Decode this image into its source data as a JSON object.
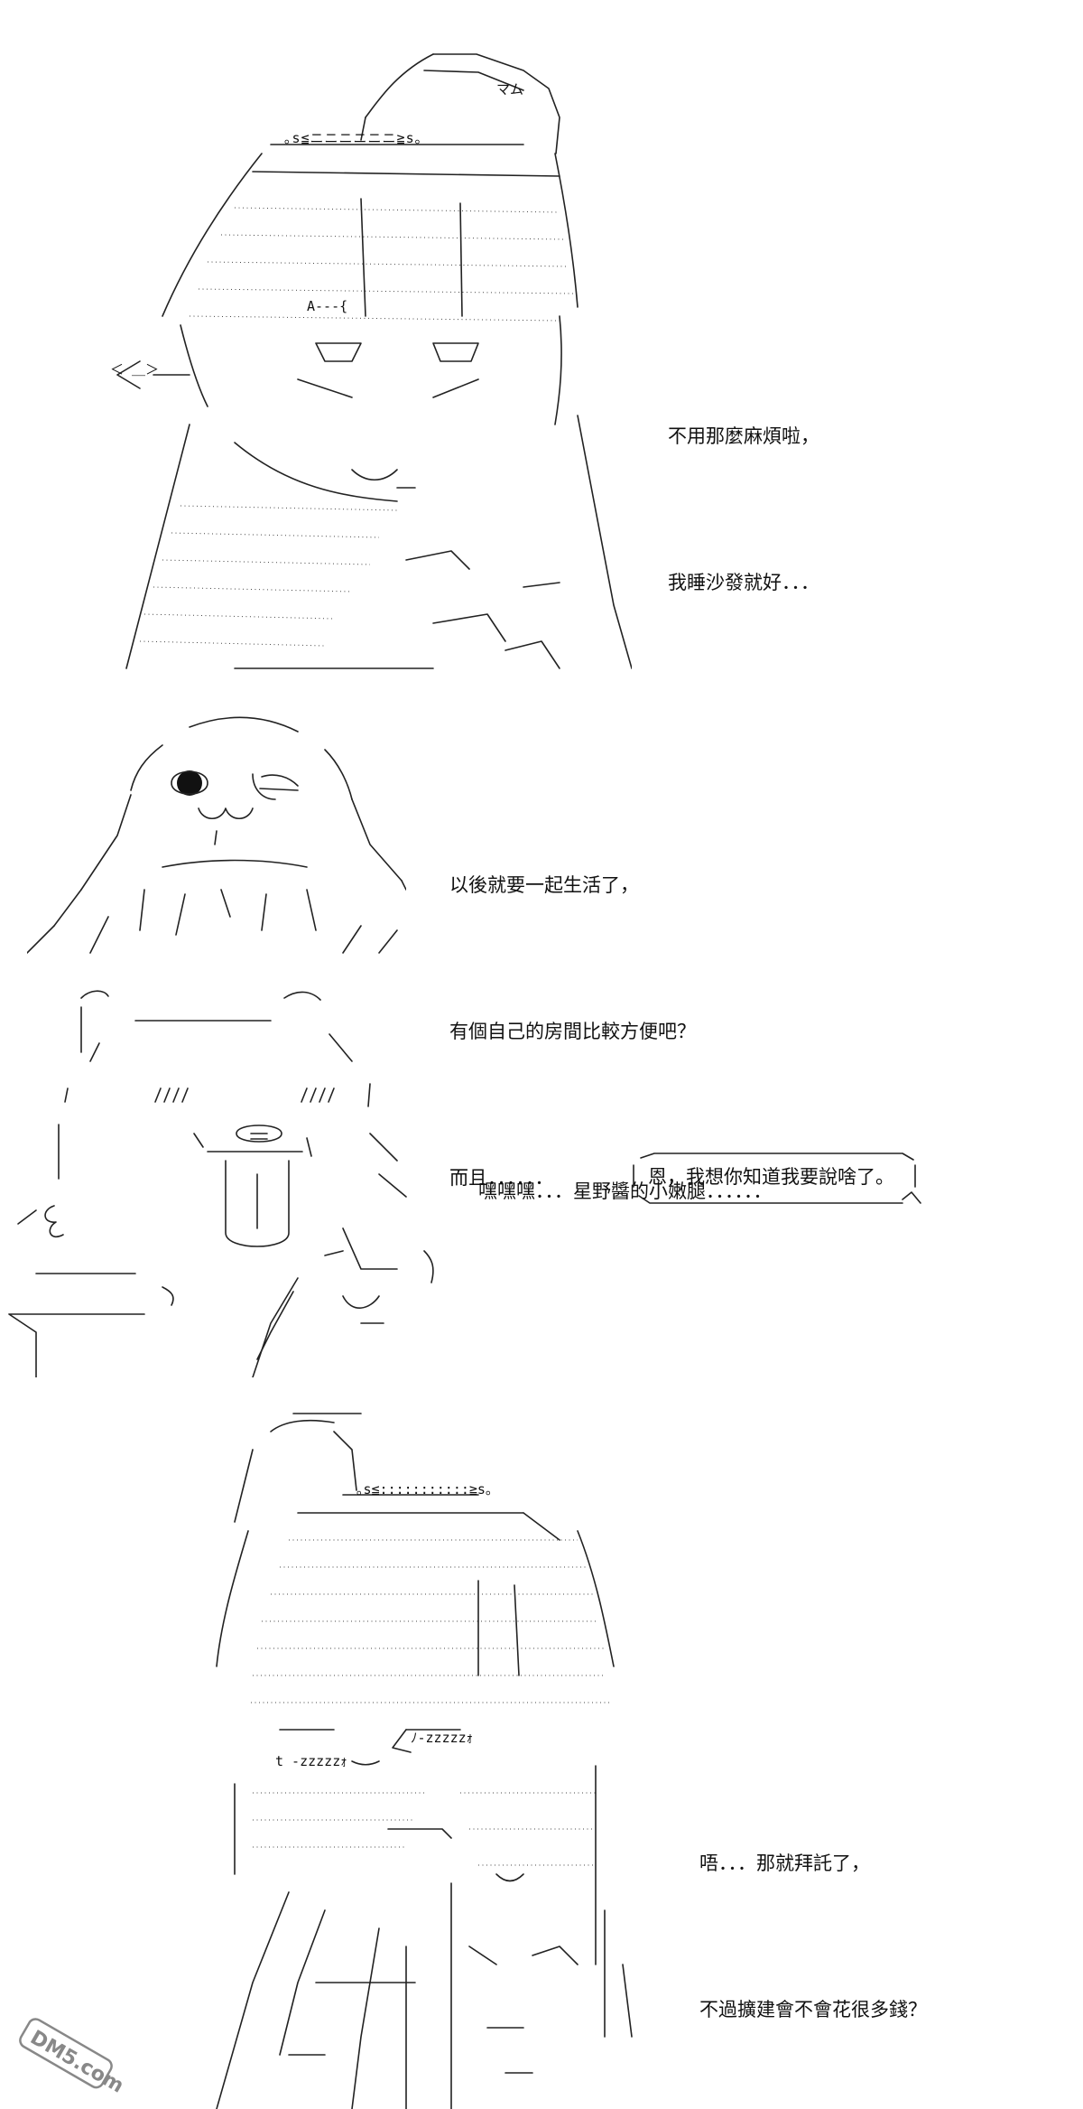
{
  "panels": [
    {
      "id": "panel-1",
      "lines": [
        "不用那麼麻煩啦，",
        "我睡沙發就好．．．"
      ]
    },
    {
      "id": "panel-2",
      "lines": [
        "以後就要一起生活了，",
        "有個自己的房間比較方便吧？",
        "而且．．．．．．"
      ]
    },
    {
      "id": "panel-3",
      "lines": [
        "嘿嘿嘿．．．星野醬的小嫩腿．．．．．．"
      ],
      "bubble": "恩，我想你知道我要說啥了。"
    },
    {
      "id": "panel-4",
      "lines": [
        "唔．．．那就拜託了，",
        "不過擴建會不會花很多錢？"
      ]
    }
  ],
  "art_snippets": {
    "p1_hat": "マム",
    "p1_band": "｡s≦ニニニニニニ≧s｡",
    "p1_left": "＜ ＿＞",
    "p1_mark": "A---{",
    "p4_zz_left": "t -zzzzzｫ",
    "p4_zz_right": "ﾉ-zzzzzｫ",
    "p4_band": "｡s≦:::::::::::≧s｡"
  },
  "watermark": "DM5.com"
}
